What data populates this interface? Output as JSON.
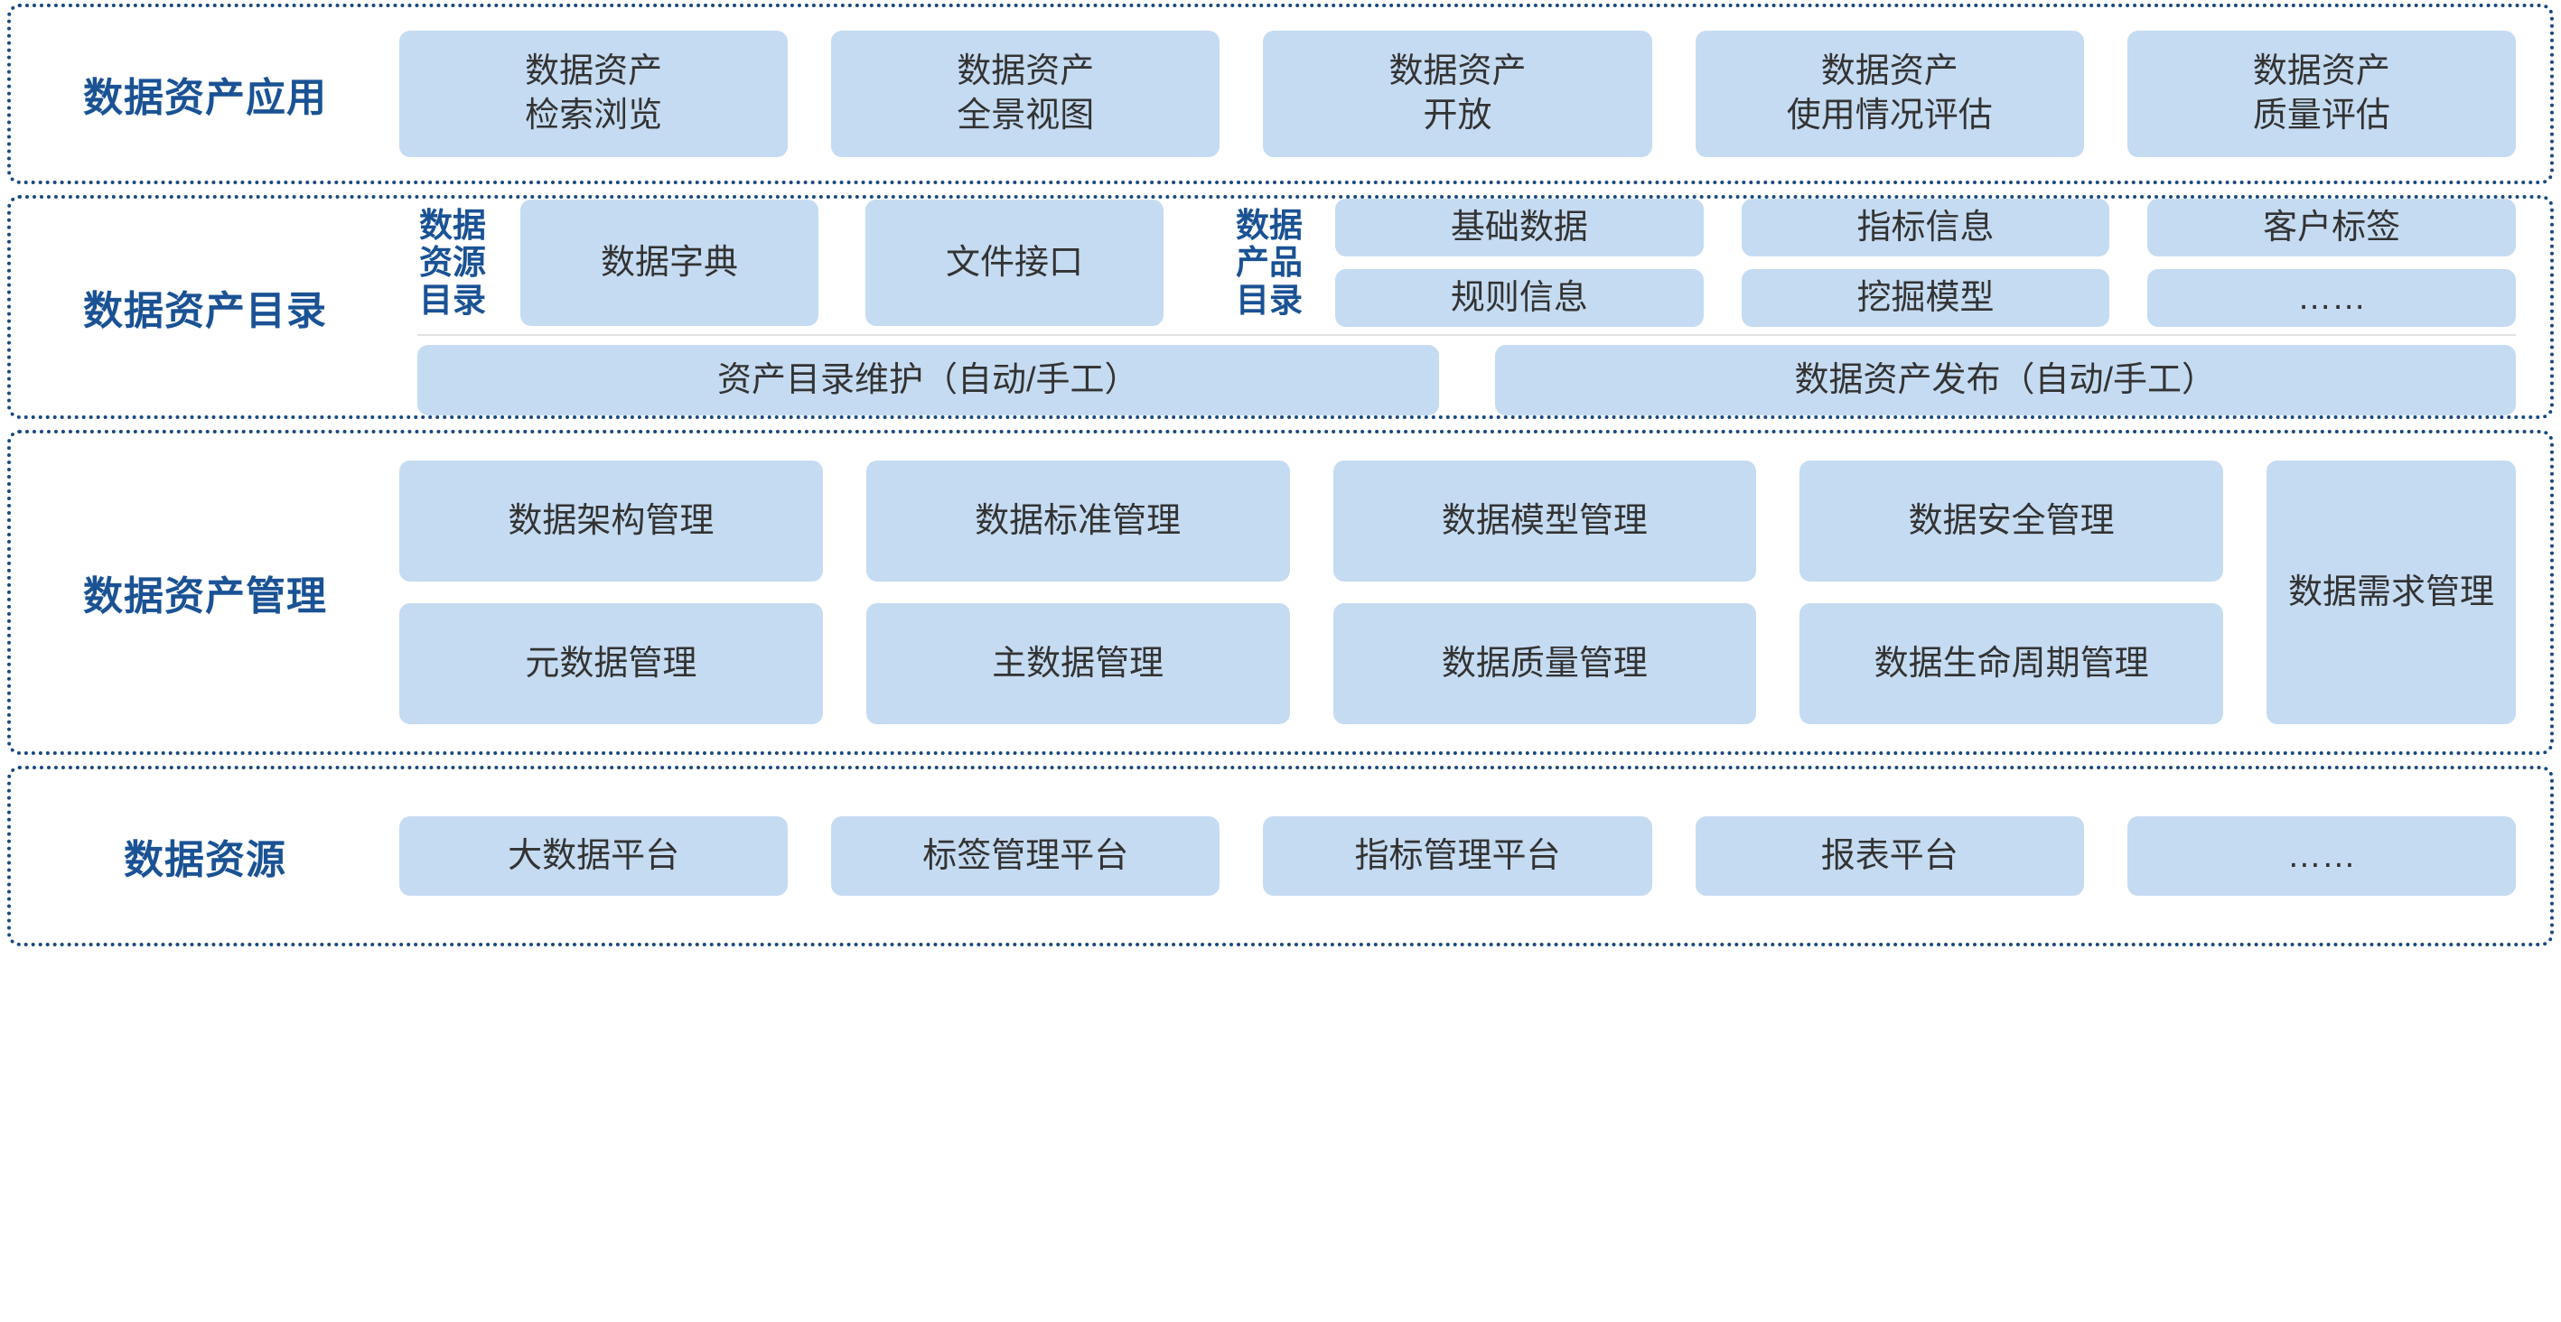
{
  "sections": [
    {
      "id": "app",
      "title": "数据资产应用",
      "items": [
        {
          "lines": [
            "数据资产",
            "检索浏览"
          ]
        },
        {
          "lines": [
            "数据资产",
            "全景视图"
          ]
        },
        {
          "lines": [
            "数据资产",
            "开放"
          ]
        },
        {
          "lines": [
            "数据资产",
            "使用情况评估"
          ]
        },
        {
          "lines": [
            "数据资产",
            "质量评估"
          ]
        }
      ]
    },
    {
      "id": "catalog",
      "title": "数据资产目录",
      "resource_label": [
        "数据",
        "资源",
        "目录"
      ],
      "resource_items": [
        "数据字典",
        "文件接口"
      ],
      "product_label": [
        "数据",
        "产品",
        "目录"
      ],
      "product_items_row1": [
        "基础数据",
        "指标信息",
        "客户标签"
      ],
      "product_items_row2": [
        "规则信息",
        "挖掘模型",
        "……"
      ],
      "bottom_items": [
        "资产目录维护（自动/手工）",
        "数据资产发布（自动/手工）"
      ]
    },
    {
      "id": "manage",
      "title": "数据资产管理",
      "columns": [
        [
          "数据架构管理",
          "元数据管理"
        ],
        [
          "数据标准管理",
          "主数据管理"
        ],
        [
          "数据模型管理",
          "数据质量管理"
        ],
        [
          "数据安全管理",
          "数据生命周期管理"
        ]
      ],
      "tall_item": "数据需求管理"
    },
    {
      "id": "source",
      "title": "数据资源",
      "items": [
        "大数据平台",
        "标签管理平台",
        "指标管理平台",
        "报表平台",
        "……"
      ]
    }
  ],
  "colors": {
    "chip_fill": "#c5dbf2",
    "title_blue": "#1a5294",
    "border_navy": "#19497d",
    "body_text": "#333333"
  }
}
